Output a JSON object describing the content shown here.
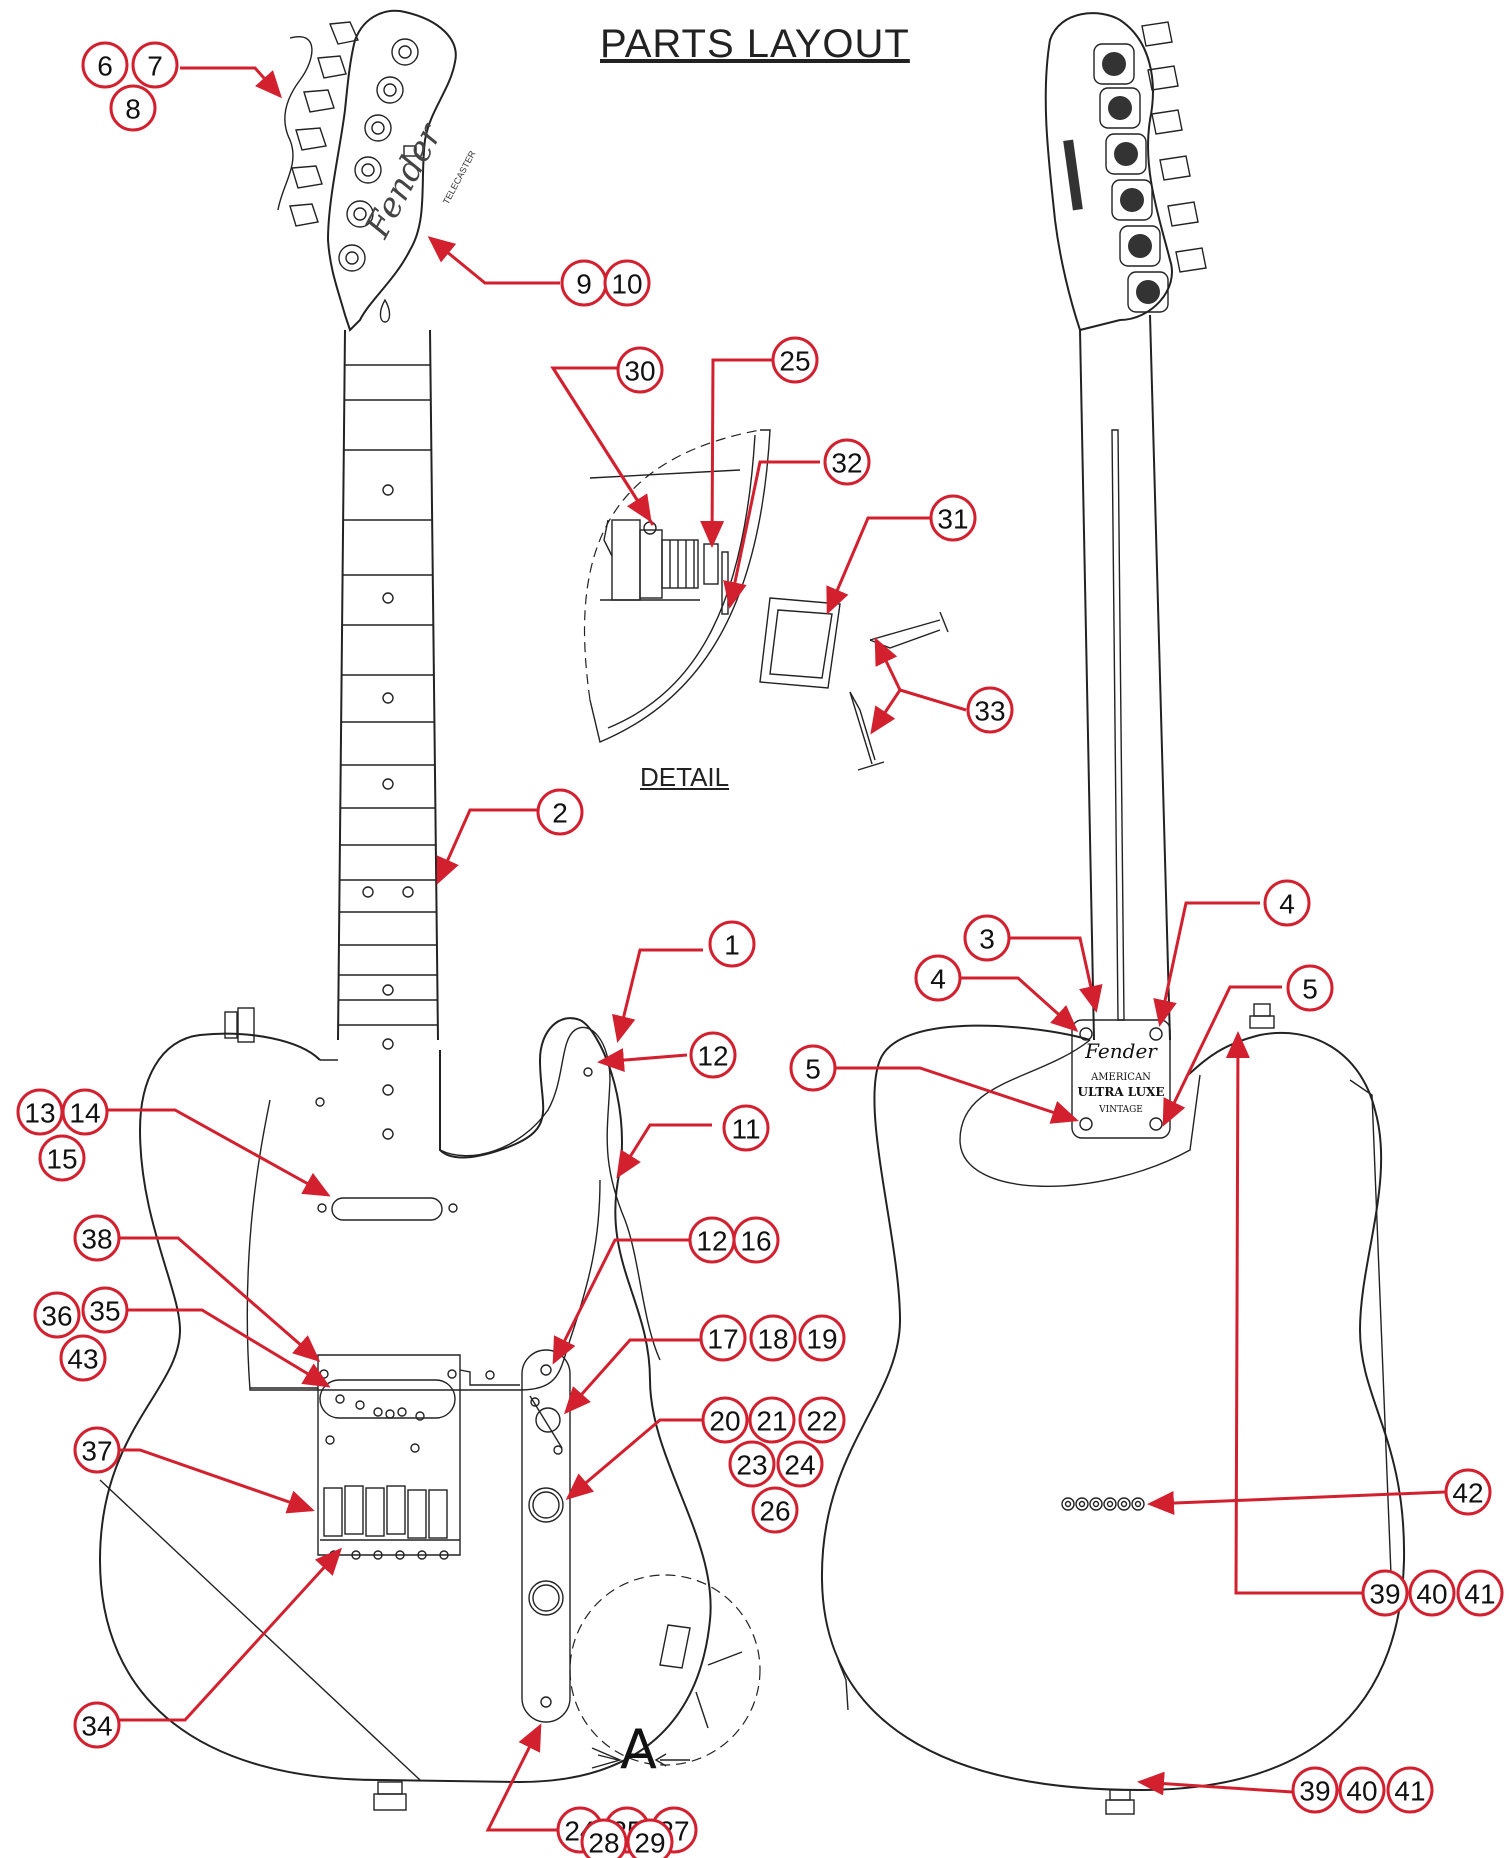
{
  "title": "PARTS LAYOUT",
  "detail_label": "DETAIL",
  "view_marker": "A",
  "neck_plate": {
    "logo": "Fender",
    "lines": [
      "AMERICAN",
      "ULTRA LUXE",
      "VINTAGE"
    ]
  },
  "headstock": {
    "logo": "Fender",
    "model": "TELECASTER"
  },
  "callouts": [
    "1",
    "2",
    "3",
    "4",
    "4",
    "5",
    "5",
    "6",
    "7",
    "8",
    "9",
    "10",
    "11",
    "12",
    "12",
    "16",
    "13",
    "14",
    "15",
    "17",
    "18",
    "19",
    "20",
    "21",
    "22",
    "23",
    "24",
    "26",
    "24",
    "25",
    "27",
    "28",
    "29",
    "25",
    "30",
    "31",
    "32",
    "33",
    "34",
    "35",
    "36",
    "43",
    "37",
    "38",
    "39",
    "40",
    "41",
    "39",
    "40",
    "41",
    "42"
  ],
  "colors": {
    "callout": "#d3202f",
    "lines": "#222222"
  }
}
